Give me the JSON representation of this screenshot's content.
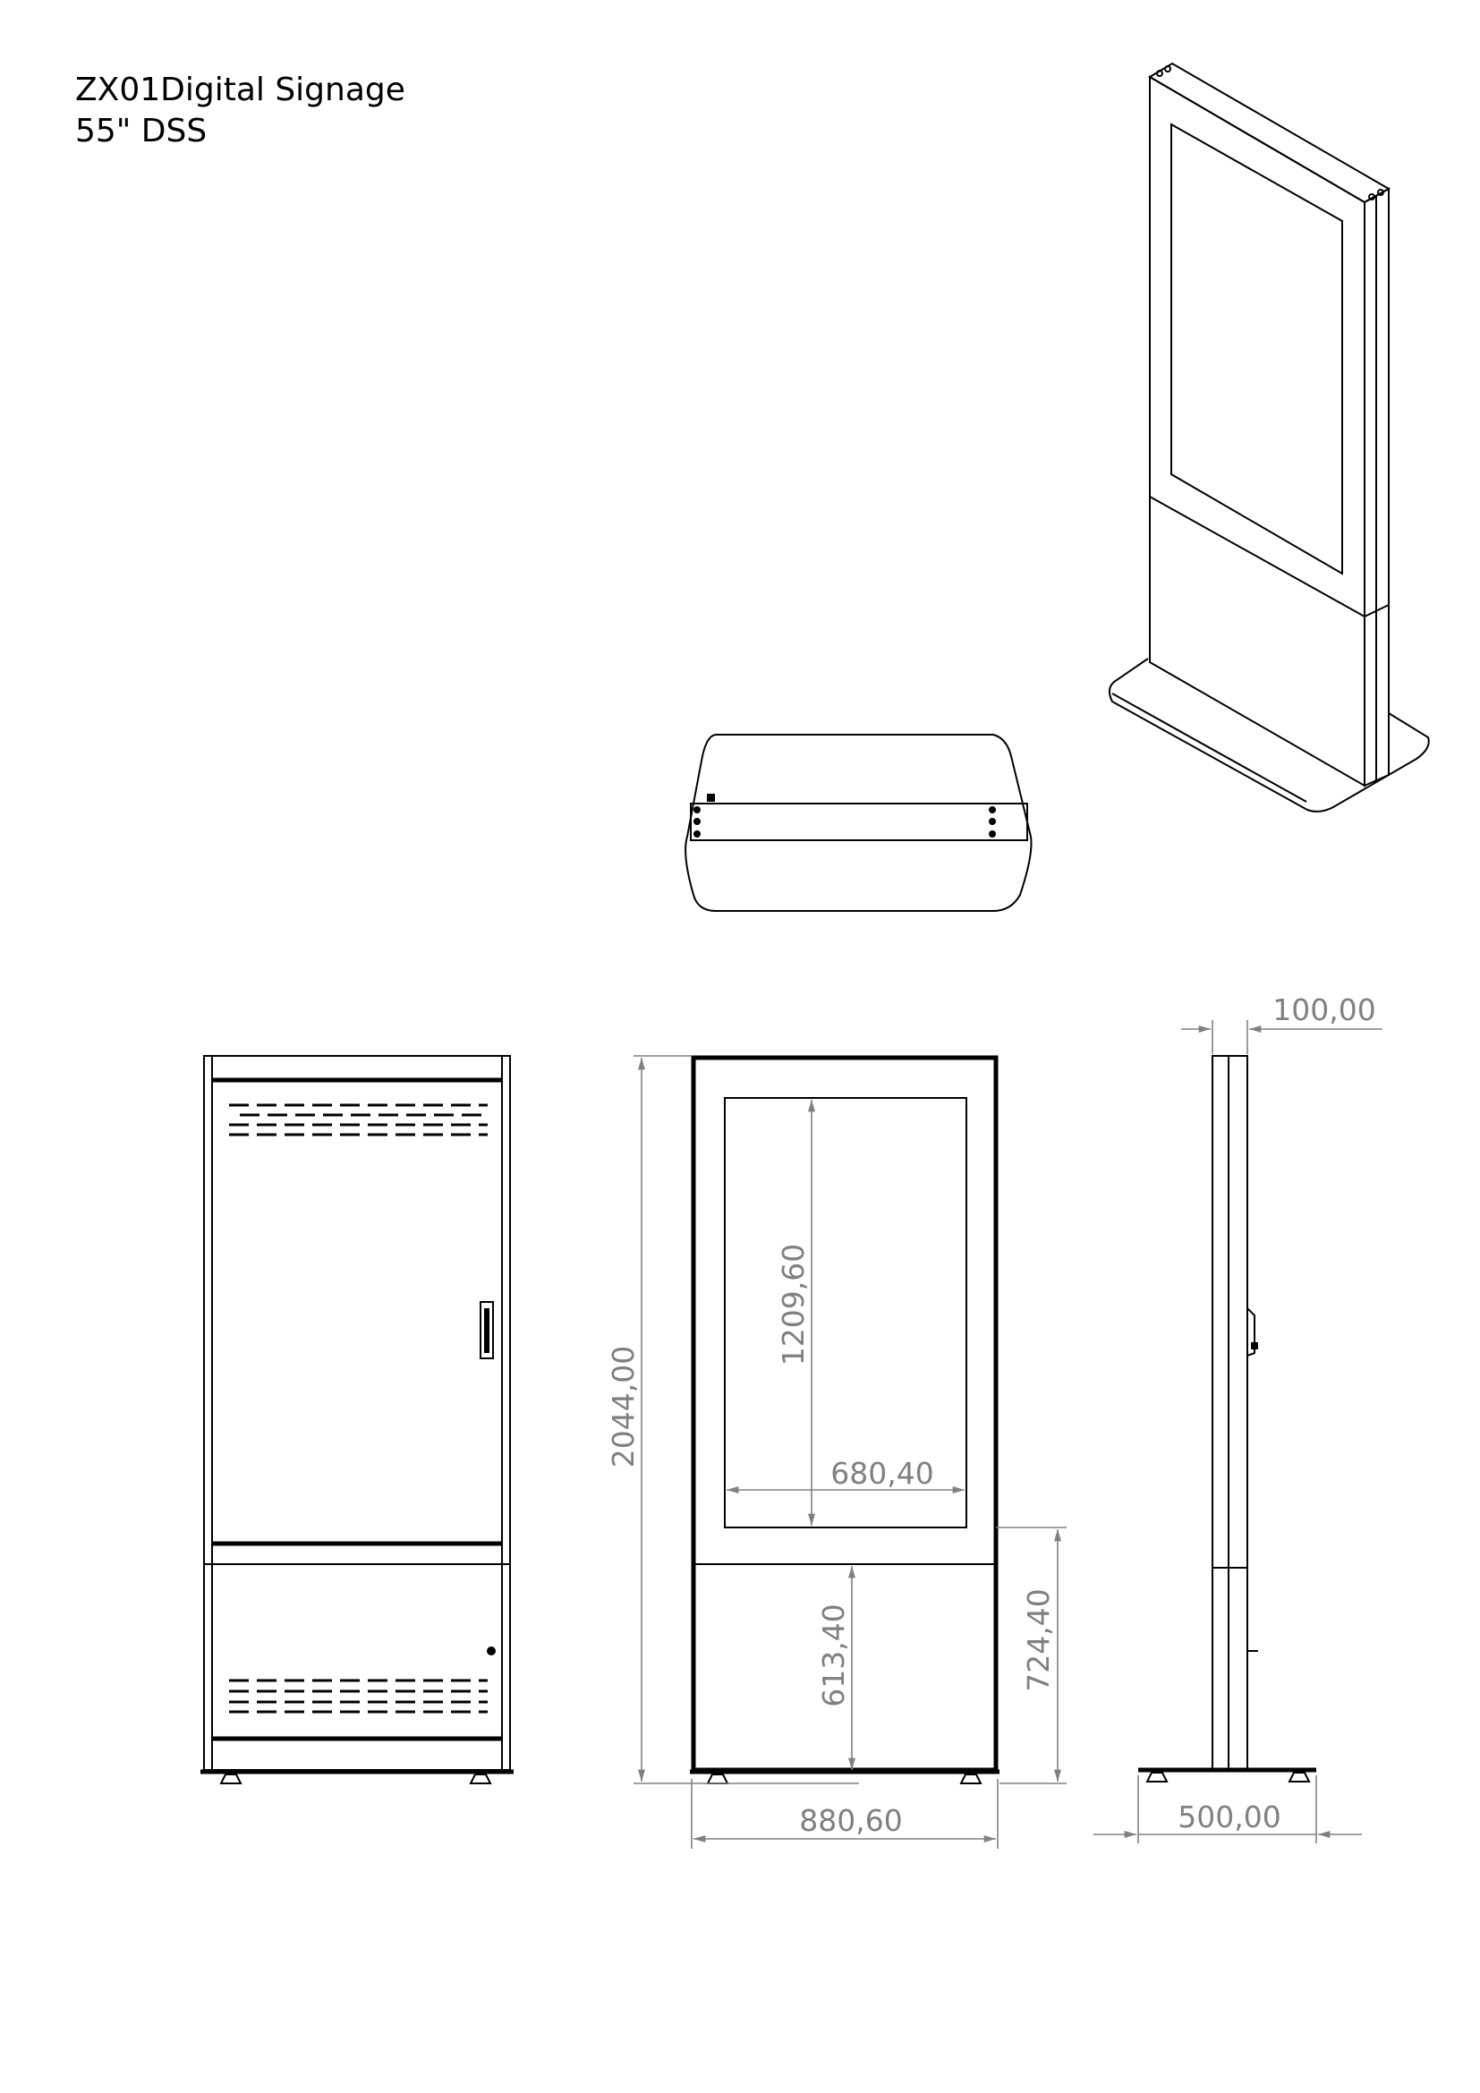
{
  "title": {
    "line1": "ZX01Digital Signage",
    "line2": "55\" DSS"
  },
  "dimensions": {
    "total_height": "2044,00",
    "screen_height": "1209,60",
    "screen_width": "680,40",
    "lower_panel_height": "613,40",
    "screen_bottom_height": "724,40",
    "total_width": "880,60",
    "depth": "100,00",
    "base_depth": "500,00"
  },
  "colors": {
    "line": "#000000",
    "dimension": "#808080"
  }
}
